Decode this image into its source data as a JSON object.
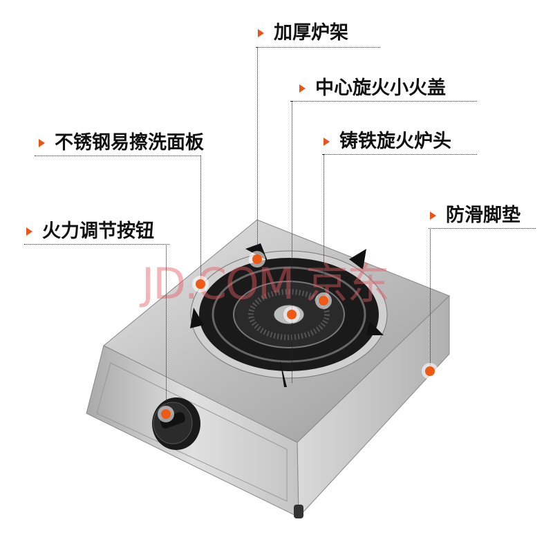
{
  "callouts": [
    {
      "label": "加厚炉架"
    },
    {
      "label": "中心旋火小火盖"
    },
    {
      "label": "铸铁旋火炉头"
    },
    {
      "label": "不锈钢易擦洗面板"
    },
    {
      "label": "火力调节按钮"
    },
    {
      "label": "防滑脚垫"
    }
  ],
  "watermark": "JD.COM 京东",
  "colors": {
    "accent": "#ee5a14",
    "stainless": "#c9c9c9",
    "burner": "#1a1a1a"
  }
}
